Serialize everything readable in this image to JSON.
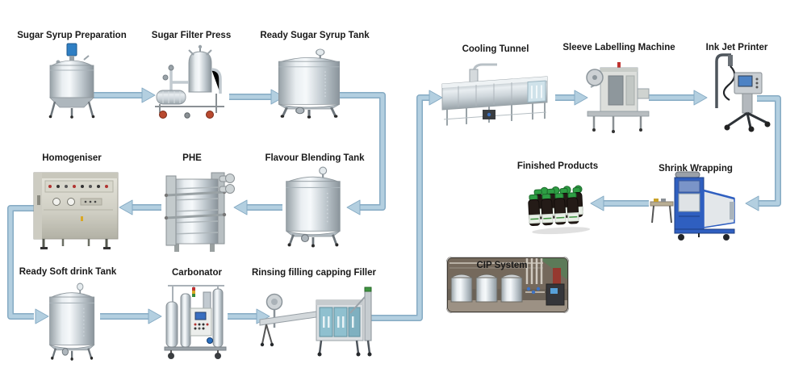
{
  "diagram": {
    "type": "process-flow",
    "subject": "Soft drink production line",
    "colors": {
      "background": "#ffffff",
      "arrow_fill": "#b3cfe0",
      "arrow_stroke": "#86abc4",
      "label_text": "#191919",
      "shrink_wrapper_blue": "#2f5fc0",
      "bottle_cap_green": "#2e9e44",
      "motor_blue": "#2f7fc4"
    },
    "nodes": [
      {
        "id": "sugar-syrup-preparation",
        "label": "Sugar Syrup Preparation"
      },
      {
        "id": "sugar-filter-press",
        "label": "Sugar Filter Press"
      },
      {
        "id": "ready-sugar-syrup-tank",
        "label": "Ready Sugar Syrup Tank"
      },
      {
        "id": "cooling-tunnel",
        "label": "Cooling Tunnel"
      },
      {
        "id": "sleeve-labelling-machine",
        "label": "Sleeve Labelling Machine"
      },
      {
        "id": "ink-jet-printer",
        "label": "Ink Jet Printer"
      },
      {
        "id": "homogeniser",
        "label": "Homogeniser"
      },
      {
        "id": "phe",
        "label": "PHE"
      },
      {
        "id": "flavour-blending-tank",
        "label": "Flavour Blending Tank"
      },
      {
        "id": "finished-products",
        "label": "Finished Products"
      },
      {
        "id": "shrink-wrapping",
        "label": "Shrink Wrapping"
      },
      {
        "id": "ready-soft-drink-tank",
        "label": "Ready Soft drink Tank"
      },
      {
        "id": "carbonator",
        "label": "Carbonator"
      },
      {
        "id": "rinsing-filling-capping-filler",
        "label": "Rinsing filling capping Filler"
      },
      {
        "id": "cip-system",
        "label": "CIP System"
      }
    ],
    "connections": [
      {
        "from": "Sugar Syrup Preparation",
        "to": "Sugar Filter Press"
      },
      {
        "from": "Sugar Filter Press",
        "to": "Ready Sugar Syrup Tank"
      },
      {
        "from": "Ready Sugar Syrup Tank",
        "to": "Flavour Blending Tank"
      },
      {
        "from": "Flavour Blending Tank",
        "to": "PHE"
      },
      {
        "from": "PHE",
        "to": "Homogeniser"
      },
      {
        "from": "Homogeniser",
        "to": "Ready Soft drink Tank"
      },
      {
        "from": "Ready Soft drink Tank",
        "to": "Carbonator"
      },
      {
        "from": "Carbonator",
        "to": "Rinsing filling capping Filler"
      },
      {
        "from": "Rinsing filling capping Filler",
        "to": "Cooling Tunnel"
      },
      {
        "from": "Cooling Tunnel",
        "to": "Sleeve Labelling Machine"
      },
      {
        "from": "Sleeve Labelling Machine",
        "to": "Ink Jet Printer"
      },
      {
        "from": "Ink Jet Printer",
        "to": "Shrink Wrapping"
      },
      {
        "from": "Shrink Wrapping",
        "to": "Finished Products"
      }
    ],
    "standalone_nodes": [
      "CIP System"
    ]
  }
}
